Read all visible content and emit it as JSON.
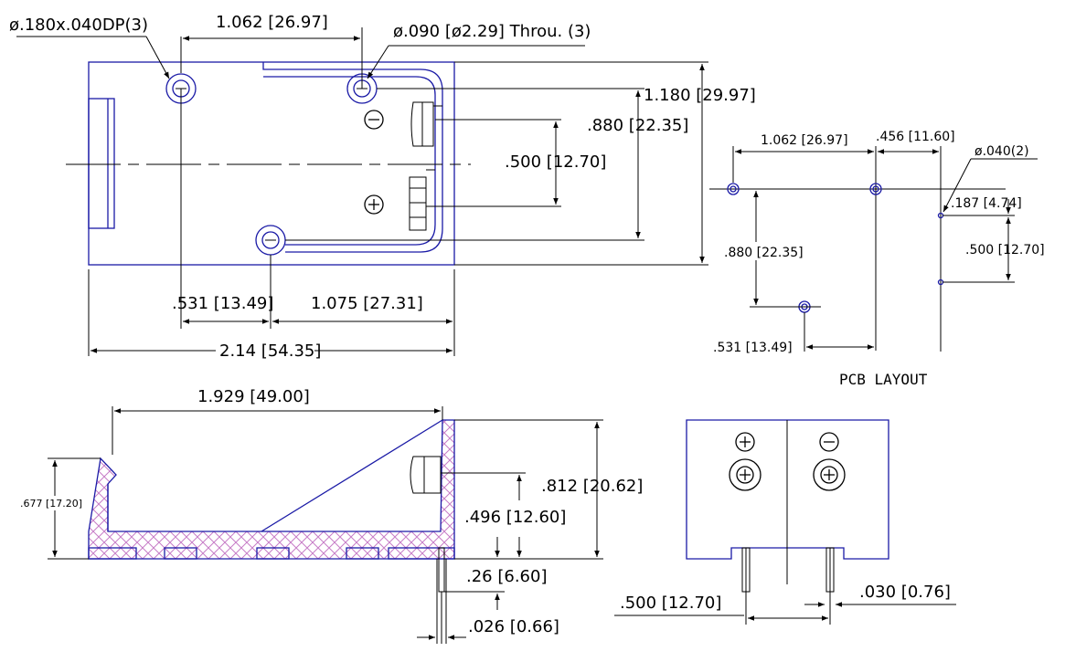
{
  "top_view": {
    "hole_callout_left": "ø.180x.040DP(3)",
    "hole_callout_right": "ø.090 [ø2.29] Throu. (3)",
    "dim_top_spacing": "1.062 [26.97]",
    "dim_height_total": "1.180 [29.97]",
    "dim_height_holes": ".880 [22.35]",
    "dim_pin_spacing": ".500 [12.70]",
    "dim_bottom_hole_offset": ".531 [13.49]",
    "dim_bottom_hole_to_edge": "1.075 [27.31]",
    "dim_total_length": "2.14 [54.35]",
    "minus_symbol": "⊖",
    "plus_symbol": "⊕"
  },
  "pcb_layout": {
    "title": "PCB LAYOUT",
    "dim_hole_spacing": "1.062 [26.97]",
    "dim_pin_offset": ".456 [11.60]",
    "dim_pin_hole": "ø.040(2)",
    "dim_pin_top_offset": ".187 [4.74]",
    "dim_pin_spacing": ".500 [12.70]",
    "dim_vertical": ".880 [22.35]",
    "dim_bottom_offset": ".531 [13.49]"
  },
  "side_view": {
    "dim_inner_length": "1.929 [49.00]",
    "dim_wall_height": ".677 [17.20]",
    "dim_total_height": ".812 [20.62]",
    "dim_contact_height": ".496 [12.60]",
    "dim_pin_length": ".26 [6.60]",
    "dim_pin_width": ".026 [0.66]"
  },
  "end_view": {
    "plus_symbol": "⊕",
    "minus_symbol": "⊖",
    "dim_pin_spacing": ".500 [12.70]",
    "dim_pin_thickness": ".030 [0.76]"
  }
}
